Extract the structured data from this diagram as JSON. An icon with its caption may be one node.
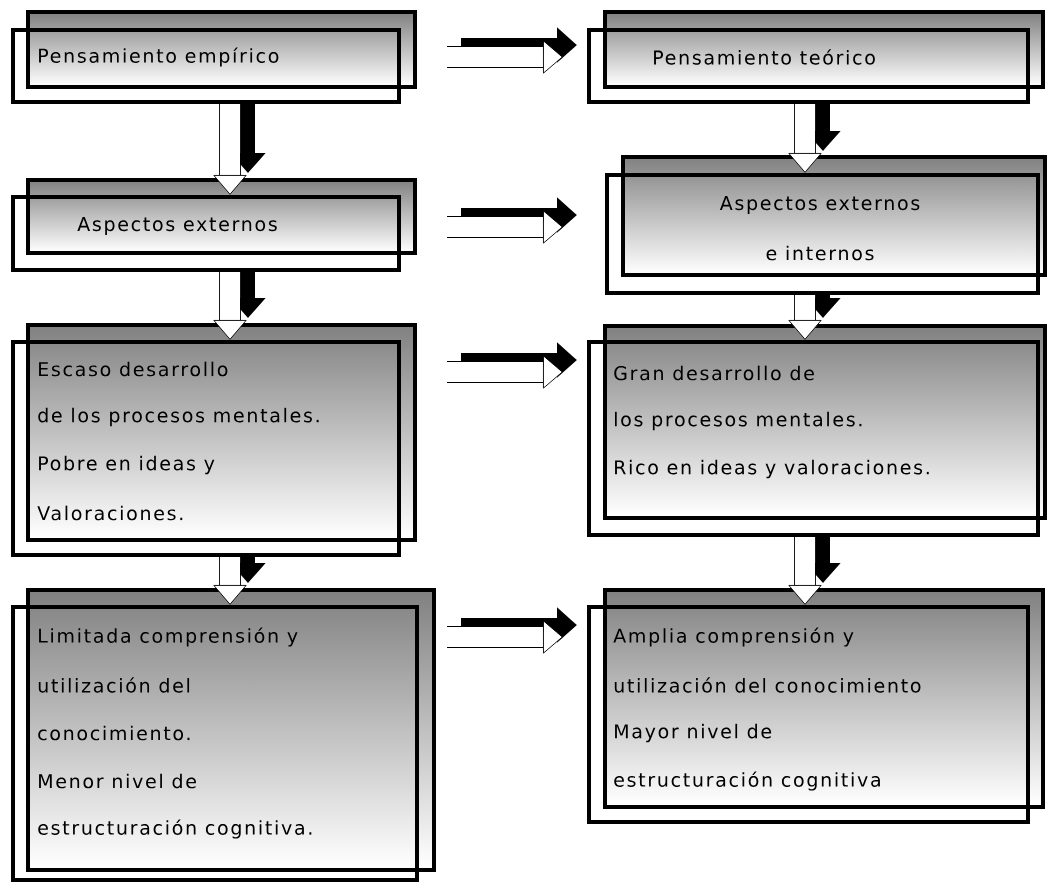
{
  "diagram": {
    "nodes": [
      {
        "text": [
          "Pensamiento empírico"
        ]
      },
      {
        "text": [
          "Pensamiento teórico"
        ]
      },
      {
        "text": [
          "Aspectos externos"
        ]
      },
      {
        "text": [
          "Aspectos externos",
          "e internos"
        ]
      },
      {
        "text": [
          "Escaso desarrollo",
          "de los procesos mentales.",
          "Pobre en ideas y",
          "Valoraciones."
        ]
      },
      {
        "text": [
          "Gran desarrollo de",
          "los procesos mentales.",
          "Rico en ideas y valoraciones."
        ]
      },
      {
        "text": [
          "Limitada comprensión y",
          "utilización del",
          "conocimiento.",
          "Menor nivel de",
          "estructuración cognitiva."
        ]
      },
      {
        "text": [
          "Amplia comprensión y",
          "utilización del conocimiento",
          "Mayor nivel de",
          "estructuración cognitiva"
        ]
      }
    ],
    "edges": [
      {
        "from": 0,
        "to": 1,
        "arrow": "to"
      },
      {
        "from": 0,
        "to": 2,
        "arrow": "to"
      },
      {
        "from": 1,
        "to": 3,
        "arrow": "to"
      },
      {
        "from": 2,
        "to": 3,
        "arrow": "to"
      },
      {
        "from": 2,
        "to": 4,
        "arrow": "to"
      },
      {
        "from": 3,
        "to": 5,
        "arrow": "to"
      },
      {
        "from": 4,
        "to": 5,
        "arrow": "to"
      },
      {
        "from": 4,
        "to": 6,
        "arrow": "to"
      },
      {
        "from": 5,
        "to": 7,
        "arrow": "to"
      },
      {
        "from": 6,
        "to": 7,
        "arrow": "to"
      }
    ]
  }
}
